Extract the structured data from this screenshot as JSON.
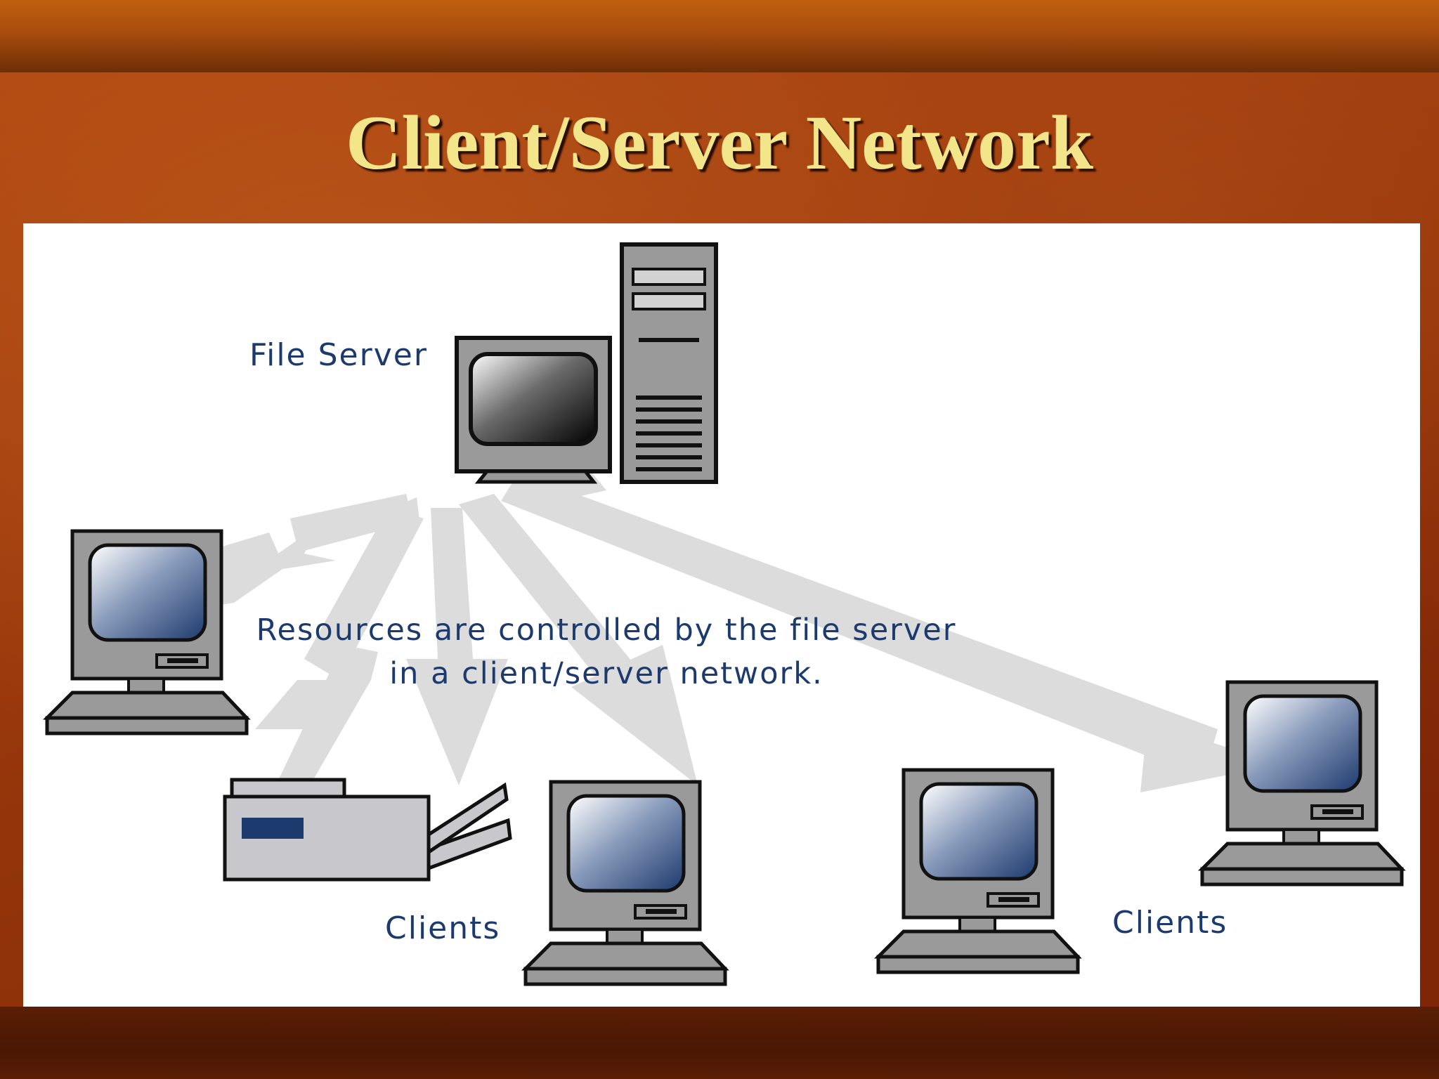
{
  "slide": {
    "title": "Client/Server Network"
  },
  "diagram": {
    "server_label": "File Server",
    "caption_line1": "Resources are controlled by the file server",
    "caption_line2": "in a client/server network.",
    "clients_label_left": "Clients",
    "clients_label_right": "Clients",
    "colors": {
      "label_text": "#1d3a6e",
      "device_gray": "#9a9a9a",
      "screen_blue": "#2c4a80",
      "arrow_gray": "#dcdcdc",
      "title_text": "#f3e58a"
    }
  }
}
